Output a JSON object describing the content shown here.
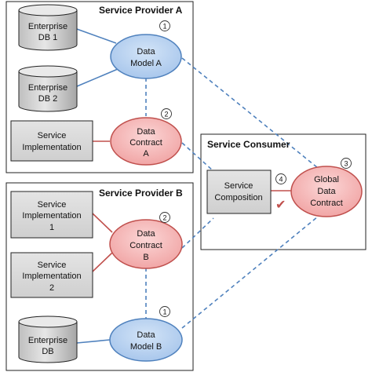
{
  "provider_a": {
    "title": "Service Provider A",
    "db1": [
      "Enterprise",
      "DB 1"
    ],
    "db2": [
      "Enterprise",
      "DB 2"
    ],
    "service_impl": [
      "Service",
      "Implementation"
    ],
    "data_model": [
      "Data",
      "Model A"
    ],
    "data_contract": [
      "Data",
      "Contract",
      "A"
    ],
    "num_model": "1",
    "num_contract": "2"
  },
  "provider_b": {
    "title": "Service Provider B",
    "service_impl_1": [
      "Service",
      "Implementation",
      "1"
    ],
    "service_impl_2": [
      "Service",
      "Implementation",
      "2"
    ],
    "db": [
      "Enterprise",
      "DB"
    ],
    "data_contract": [
      "Data",
      "Contract",
      "B"
    ],
    "data_model": [
      "Data",
      "Model B"
    ],
    "num_contract": "2",
    "num_model": "1"
  },
  "consumer": {
    "title": "Service Consumer",
    "composition": [
      "Service",
      "Composition"
    ],
    "global_contract": [
      "Global",
      "Data",
      "Contract"
    ],
    "num_composition": "4",
    "num_global": "3",
    "check_glyph": "✔"
  },
  "colors": {
    "model_fill": "#b9d3f0",
    "model_stroke": "#4f81bd",
    "contract_fill": "#f6bcbc",
    "contract_stroke": "#c0504d",
    "box_fill": "#d9d9d9",
    "db_fill": "#d9d9d9",
    "line_blue": "#4f81bd",
    "line_red": "#c0504d",
    "check": "#c0504d"
  }
}
